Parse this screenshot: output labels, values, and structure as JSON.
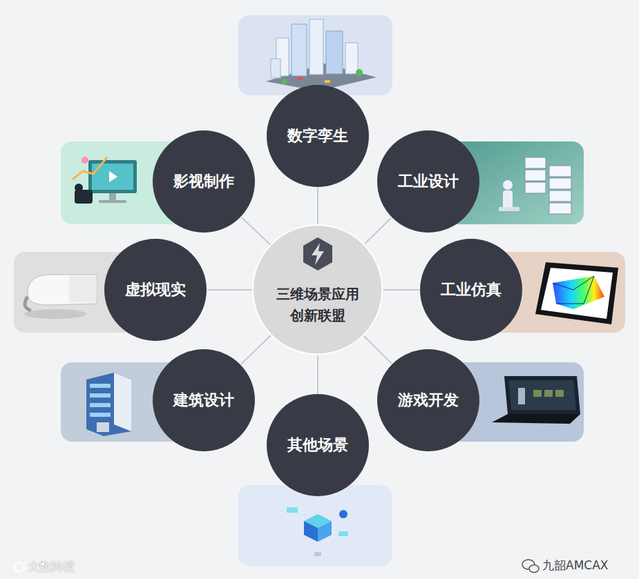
{
  "diagram": {
    "nodes": [
      {
        "text": [
          "三维场景应用 创新联盟"
        ]
      },
      {
        "text": [
          "数字孪生"
        ]
      },
      {
        "text": [
          "工业设计"
        ]
      },
      {
        "text": [
          "工业仿真"
        ]
      },
      {
        "text": [
          "游戏开发"
        ]
      },
      {
        "text": [
          "其他场景"
        ]
      },
      {
        "text": [
          "建筑设计"
        ]
      },
      {
        "text": [
          "虚拟现实"
        ]
      },
      {
        "text": [
          "影视制作"
        ]
      }
    ],
    "edges": [
      {
        "from": 0,
        "to": 1,
        "arrow": "none"
      },
      {
        "from": 0,
        "to": 2,
        "arrow": "none"
      },
      {
        "from": 0,
        "to": 3,
        "arrow": "none"
      },
      {
        "from": 0,
        "to": 4,
        "arrow": "none"
      },
      {
        "from": 0,
        "to": 5,
        "arrow": "none"
      },
      {
        "from": 0,
        "to": 6,
        "arrow": "none"
      },
      {
        "from": 0,
        "to": 7,
        "arrow": "none"
      },
      {
        "from": 0,
        "to": 8,
        "arrow": "none"
      }
    ],
    "labels": [
      "大数跨境",
      "九韶AMCAX"
    ]
  }
}
